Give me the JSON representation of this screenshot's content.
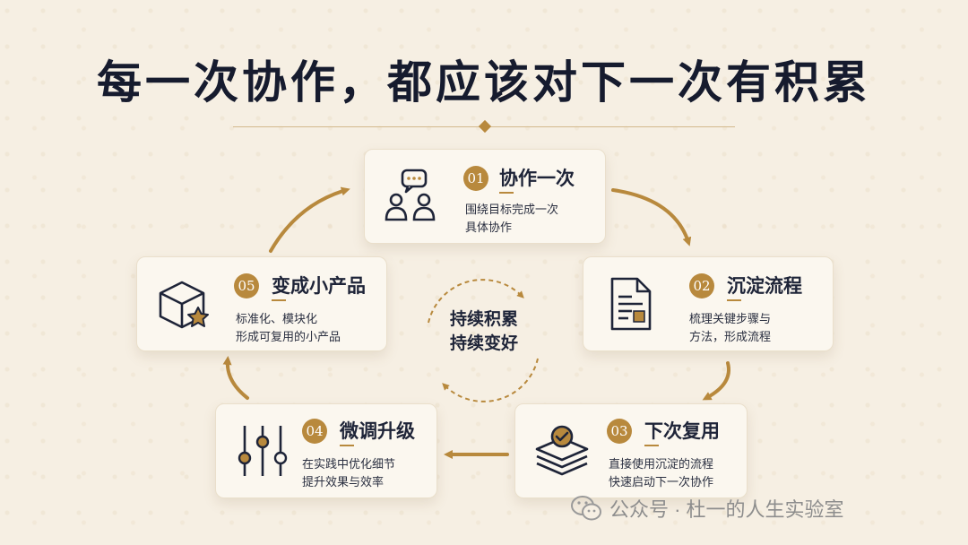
{
  "title": "每一次协作，都应该对下一次有积累",
  "center_text": [
    "持续积累",
    "持续变好"
  ],
  "steps": [
    {
      "num": "01",
      "name": "协作一次",
      "desc": [
        "围绕目标完成一次",
        "具体协作"
      ],
      "icon": "chat-users-icon"
    },
    {
      "num": "02",
      "name": "沉淀流程",
      "desc": [
        "梳理关键步骤与",
        "方法，形成流程"
      ],
      "icon": "document-icon"
    },
    {
      "num": "03",
      "name": "下次复用",
      "desc": [
        "直接使用沉淀的流程",
        "快速启动下一次协作"
      ],
      "icon": "stack-check-icon"
    },
    {
      "num": "04",
      "name": "微调升级",
      "desc": [
        "在实践中优化细节",
        "提升效果与效率"
      ],
      "icon": "sliders-icon"
    },
    {
      "num": "05",
      "name": "变成小产品",
      "desc": [
        "标准化、模块化",
        "形成可复用的小产品"
      ],
      "icon": "cube-star-icon"
    }
  ],
  "watermark": "公众号 · 杜一的人生实验室",
  "colors": {
    "accent": "#b8893d",
    "ink": "#1e2438",
    "card": "#fbf7ef",
    "background": "#f6efe3"
  }
}
